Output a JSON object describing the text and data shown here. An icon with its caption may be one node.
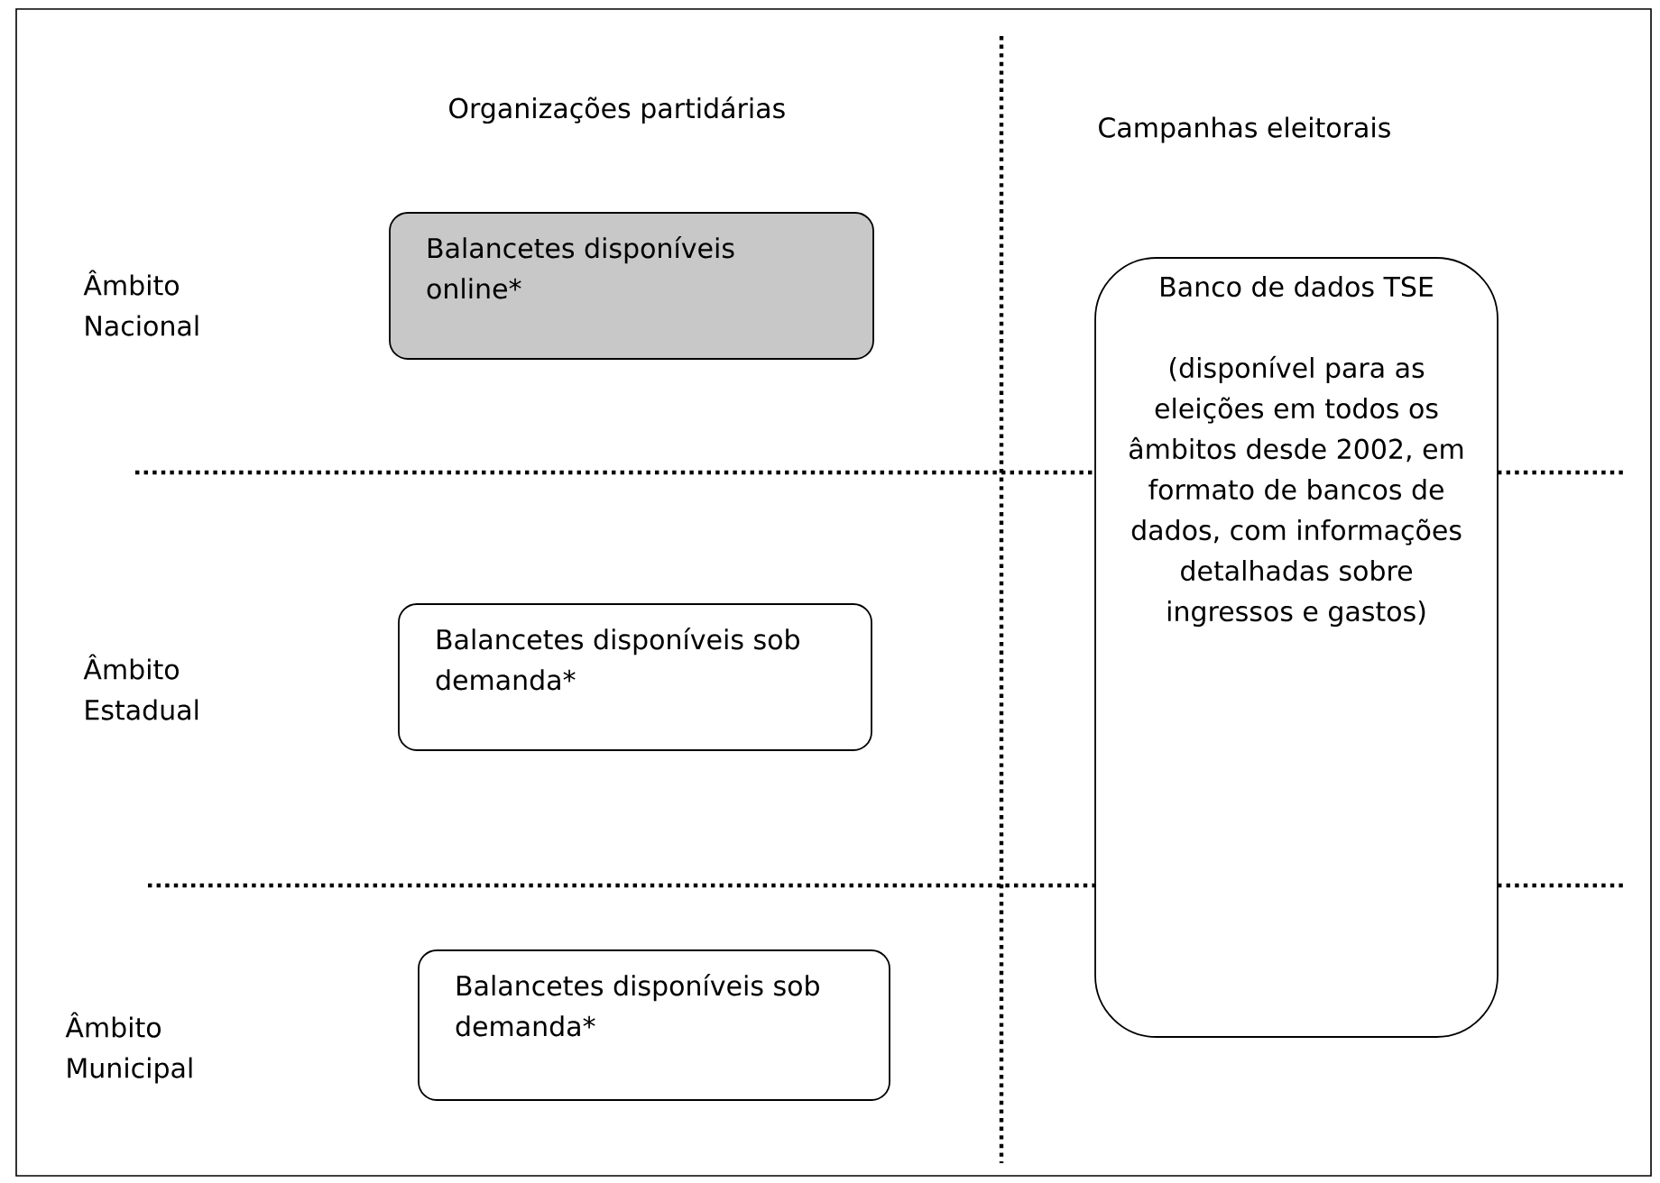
{
  "diagram": {
    "nodes": [
      {
        "text": [
          "Balancetes disponíveis online*"
        ]
      },
      {
        "text": [
          "Balancetes disponíveis sob demanda*"
        ]
      },
      {
        "text": [
          "Balancetes disponíveis sob demanda*"
        ]
      },
      {
        "text": [
          "Banco de dados TSE",
          "(disponível para as eleições em todos os âmbitos desde 2002, em formato de bancos de dados, com informações detalhadas sobre ingressos e gastos)"
        ]
      }
    ],
    "edges": [],
    "labels": [
      "Organizações partidárias",
      "Campanhas eleitorais",
      "Âmbito Nacional",
      "Âmbito Estadual",
      "Âmbito Municipal"
    ]
  }
}
